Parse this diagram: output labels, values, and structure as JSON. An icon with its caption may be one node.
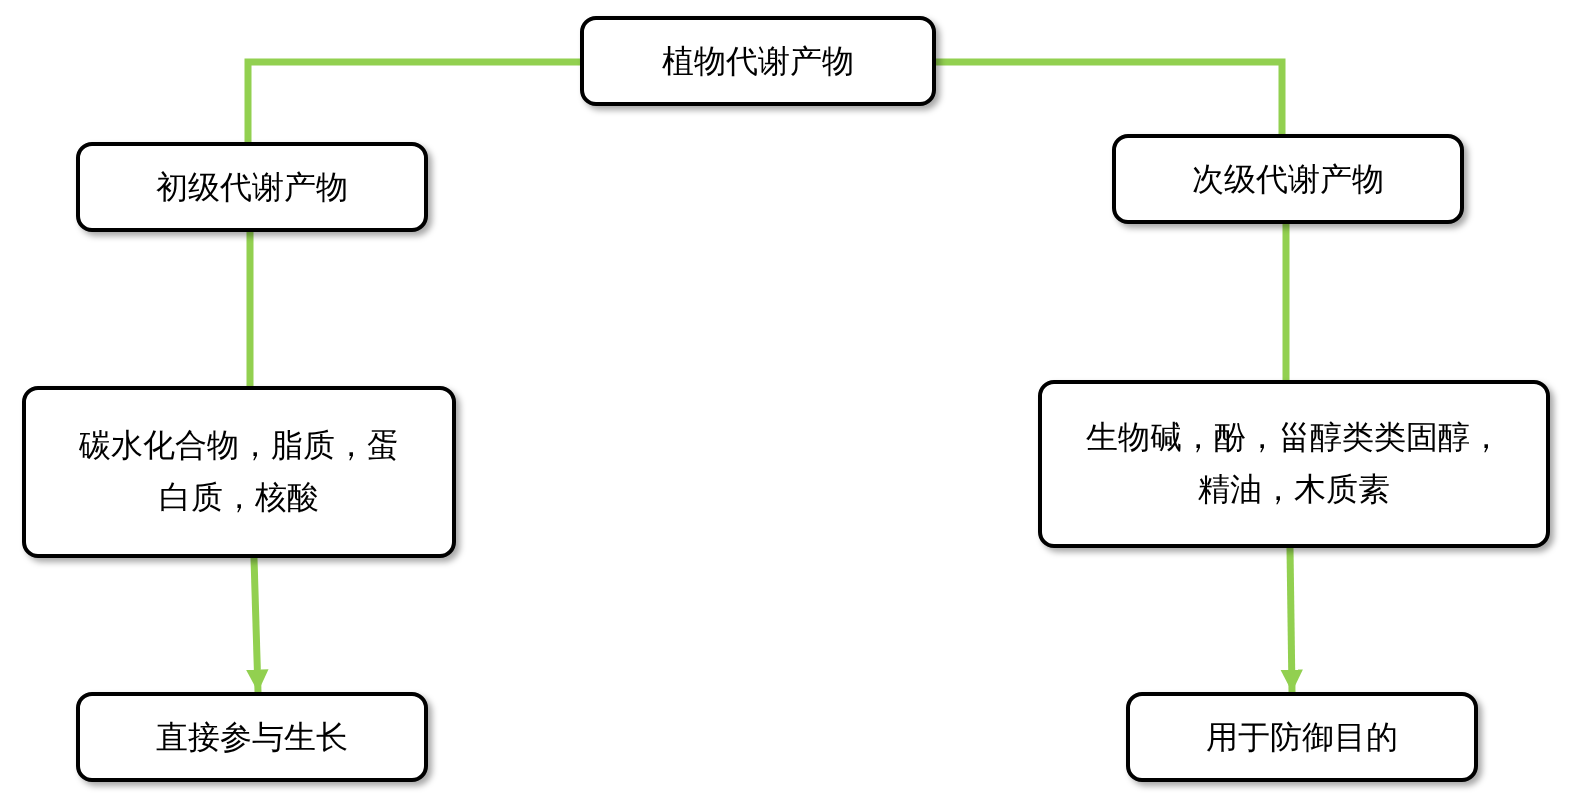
{
  "diagram": {
    "nodes": [
      {
        "text": [
          "植物代谢产物"
        ]
      },
      {
        "text": [
          "初级代谢产物"
        ]
      },
      {
        "text": [
          "次级代谢产物"
        ]
      },
      {
        "text": [
          "碳水化合物，脂质，蛋白质，核酸"
        ]
      },
      {
        "text": [
          "生物碱，酚，甾醇类类固醇，精油，木质素"
        ]
      },
      {
        "text": [
          "直接参与生长"
        ]
      },
      {
        "text": [
          "用于防御目的"
        ]
      }
    ],
    "edges": [
      {
        "from": 0,
        "to": 1,
        "arrow": "none"
      },
      {
        "from": 0,
        "to": 2,
        "arrow": "none"
      },
      {
        "from": 1,
        "to": 3,
        "arrow": "none"
      },
      {
        "from": 2,
        "to": 4,
        "arrow": "none"
      },
      {
        "from": 3,
        "to": 5,
        "arrow": "to"
      },
      {
        "from": 4,
        "to": 6,
        "arrow": "to"
      }
    ]
  }
}
